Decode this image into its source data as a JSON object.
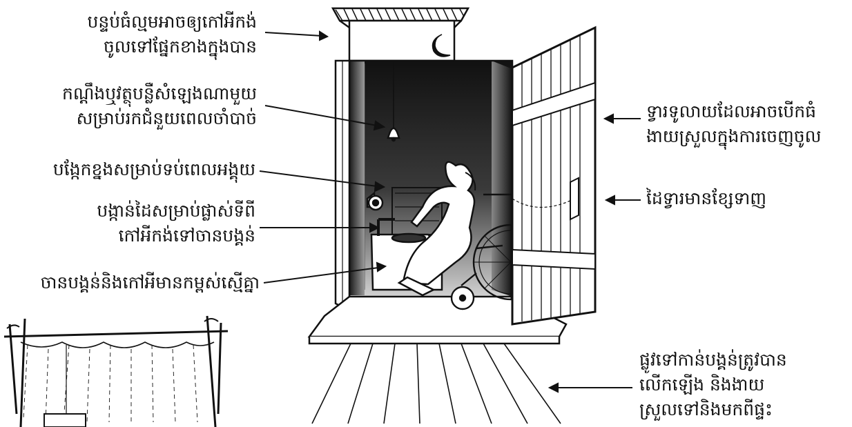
{
  "labels": {
    "roof_vent": [
      "បន្ទប់ធំល្មមអាចឲ្យកៅអីកង់",
      "ចូលទៅផ្នែកខាងក្នុងបាន"
    ],
    "bell": [
      "កណ្តឹងឬវត្ថុបន្លឺសំឡេងណាមួយ",
      "សម្រាប់រកជំនួយពេលចាំបាច់"
    ],
    "squat_bar": [
      "បង្កែកខ្នងសម្រាប់ទប់ពេលអង្គុយ"
    ],
    "transfer_bar": [
      "បង្កាន់ដៃសម្រាប់ផ្លាស់ទីពី",
      "កៅអីកង់ទៅចានបង្គន់"
    ],
    "seat_height": [
      "ចានបង្គន់និងកៅអីមានកម្ពស់ស្មើគ្នា"
    ],
    "wide_door": [
      "ទ្វារទូលាយដែលអាចបើកធំ",
      "ងាយស្រួលក្នុងការចេញចូល"
    ],
    "door_handle": [
      "ដៃទ្វារមានខ្សែទាញ"
    ],
    "ramp": [
      "ផ្លូវទៅកាន់បង្គន់ត្រូវបាន",
      "លើកឡើង និងងាយ",
      "ស្រួលទៅនិងមកពីផ្ទះ"
    ]
  },
  "colors": {
    "ink": "#111111",
    "paper": "#ffffff",
    "shade": "#2a2a2a"
  }
}
